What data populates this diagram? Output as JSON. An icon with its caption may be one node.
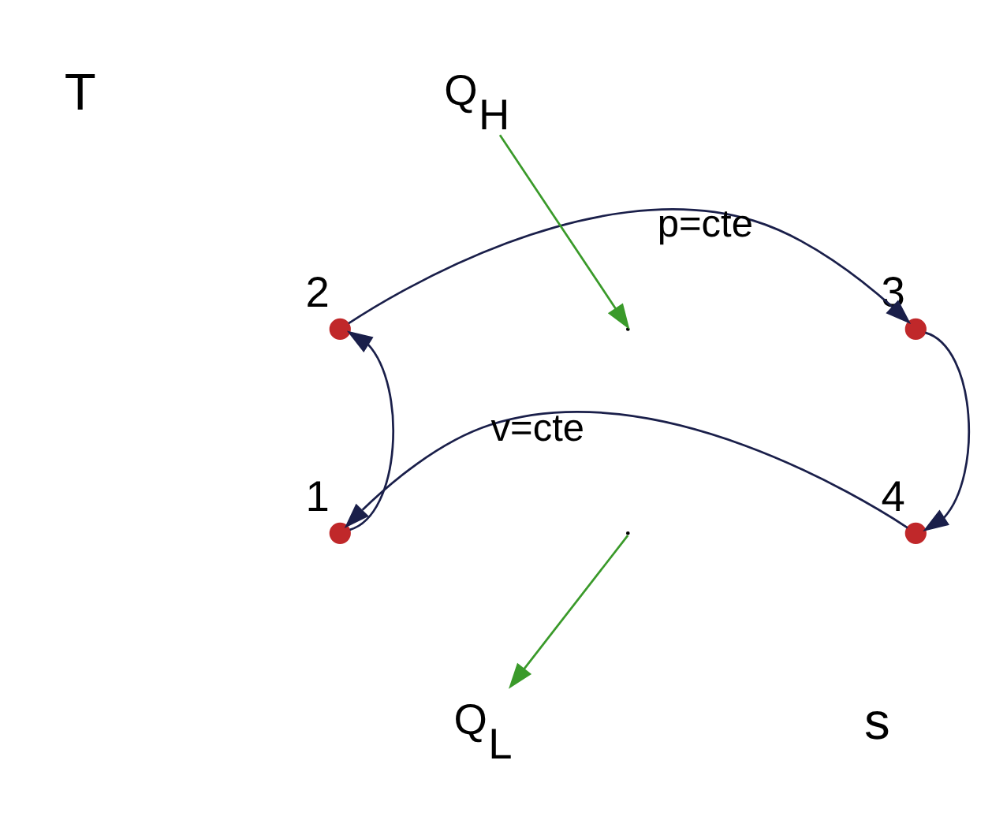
{
  "diagram": {
    "nodes": [
      {
        "text": [],
        "shape": "circle",
        "beside": [
          "1"
        ]
      },
      {
        "text": [],
        "shape": "circle",
        "beside": [
          "2"
        ]
      },
      {
        "text": [],
        "shape": "circle",
        "beside": [
          "3"
        ]
      },
      {
        "text": [],
        "shape": "circle",
        "beside": [
          "4"
        ]
      },
      {
        "text": [
          "Q$_{H}$"
        ]
      },
      {
        "text": [
          "Q$_{L}$"
        ]
      }
    ],
    "edges": [
      {
        "from": 0,
        "to": 1,
        "arrow": "to"
      },
      {
        "from": 1,
        "to": 2,
        "arrow": "to",
        "label": "p=cte"
      },
      {
        "from": 2,
        "to": 3,
        "arrow": "to"
      },
      {
        "from": 3,
        "to": 0,
        "arrow": "to",
        "label": "v=cte"
      },
      {
        "from": 4,
        "to": null,
        "arrow": "to",
        "color": "#3a9a2a"
      },
      {
        "from": null,
        "to": 5,
        "arrow": "to",
        "color": "#3a9a2a"
      }
    ],
    "labels": [
      "T",
      "s"
    ]
  }
}
